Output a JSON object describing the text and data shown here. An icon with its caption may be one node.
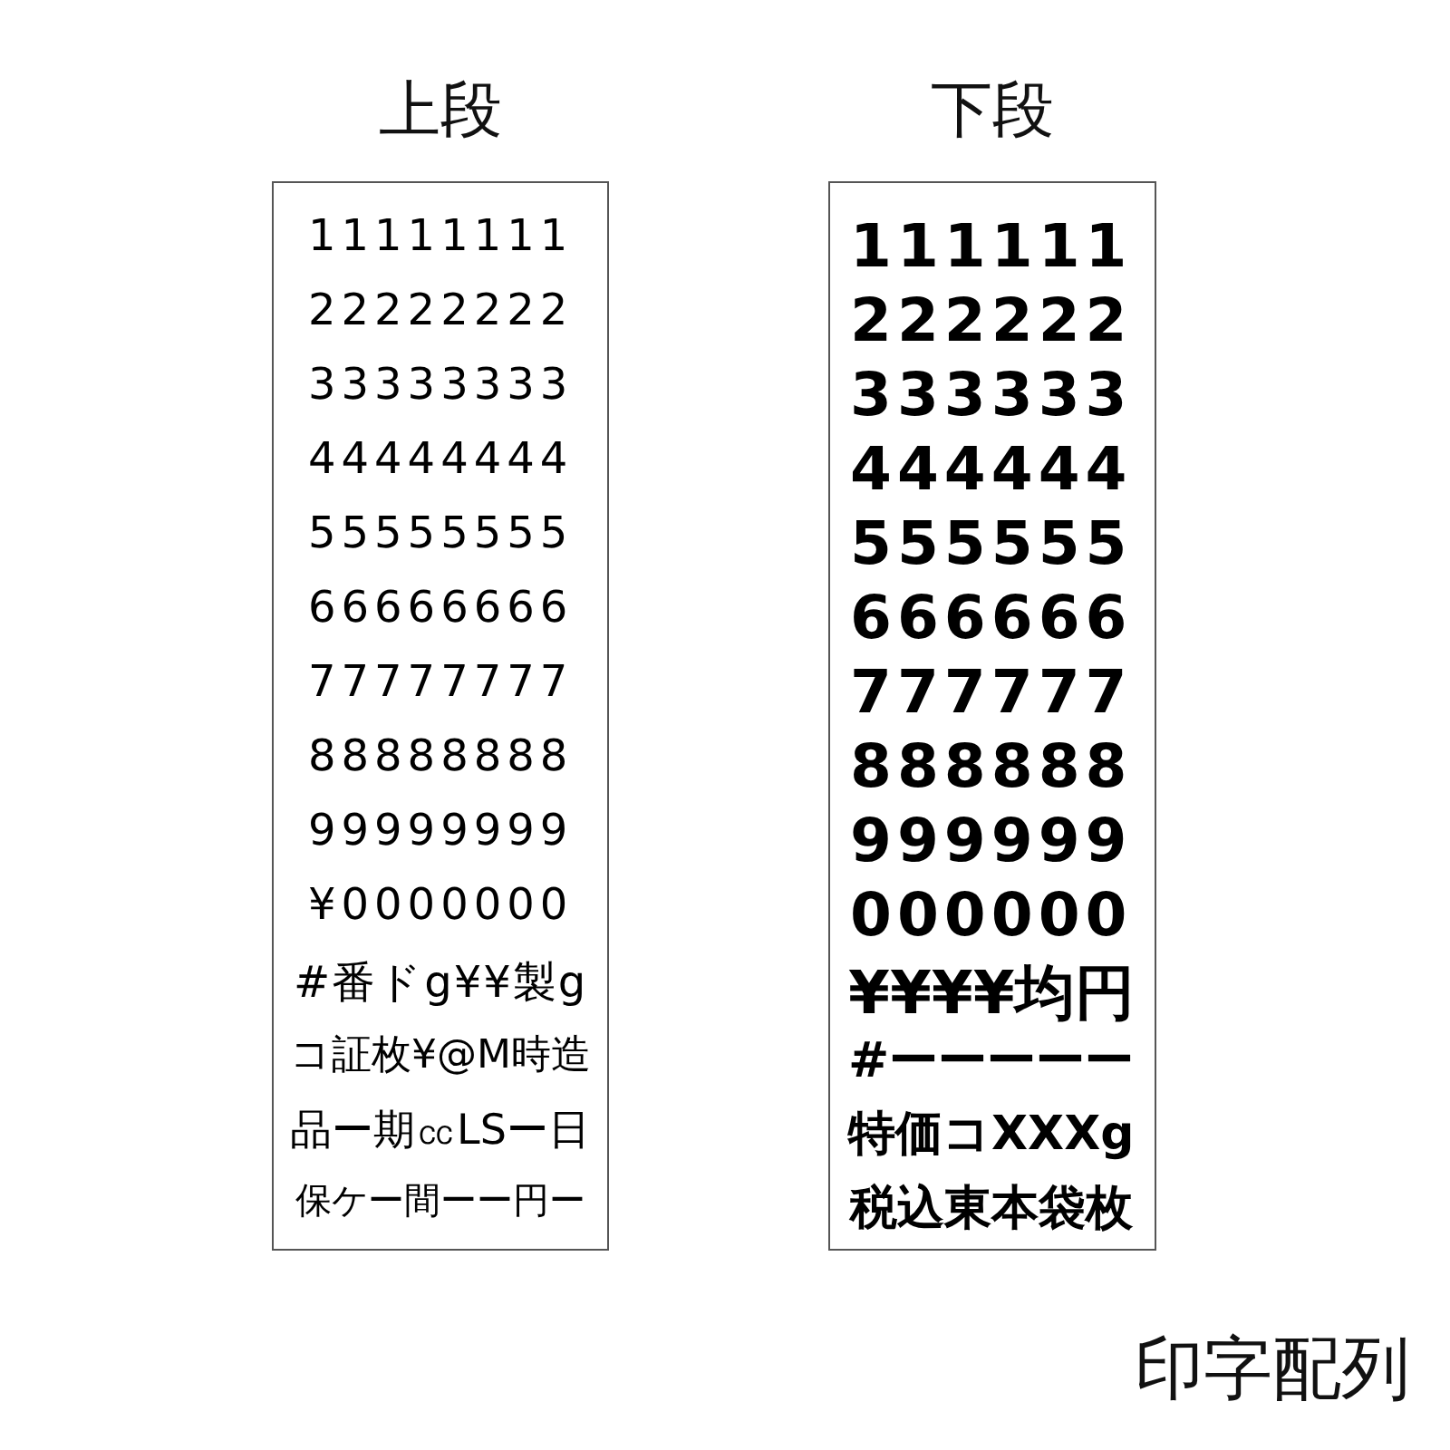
{
  "diagram": {
    "caption": "印字配列",
    "nodes": [
      {
        "text": [
          "上段",
          "11111111",
          "22222222",
          "33333333",
          "44444444",
          "55555555",
          "66666666",
          "77777777",
          "88888888",
          "99999999",
          "¥0000000",
          "#番ドg¥¥製g",
          "コ証枚¥@M時造",
          "品ー期㏄LSー日",
          "保ケー間ーー円ー"
        ]
      },
      {
        "text": [
          "下段",
          "111111",
          "222222",
          "333333",
          "444444",
          "555555",
          "666666",
          "777777",
          "888888",
          "999999",
          "000000",
          "¥¥¥¥均円",
          "#ーーーーー",
          "特価コXXXg",
          "税込東本袋枚"
        ]
      }
    ]
  }
}
